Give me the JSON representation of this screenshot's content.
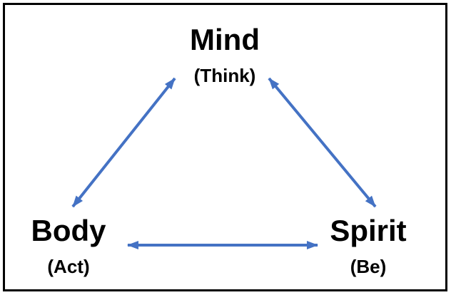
{
  "diagram": {
    "background": "#ffffff",
    "border_color": "#000000",
    "text_color": "#000000",
    "arrow_color": "#4472C4",
    "nodes": [
      {
        "id": "mind",
        "label": "Mind",
        "sublabel": "(Think)",
        "position": "top-center"
      },
      {
        "id": "body",
        "label": "Body",
        "sublabel": "(Act)",
        "position": "bottom-left"
      },
      {
        "id": "spirit",
        "label": "Spirit",
        "sublabel": "(Be)",
        "position": "bottom-right"
      }
    ],
    "edges": [
      {
        "from": "body",
        "to": "mind",
        "style": "double-arrow"
      },
      {
        "from": "mind",
        "to": "spirit",
        "style": "double-arrow"
      },
      {
        "from": "body",
        "to": "spirit",
        "style": "double-arrow"
      }
    ]
  }
}
